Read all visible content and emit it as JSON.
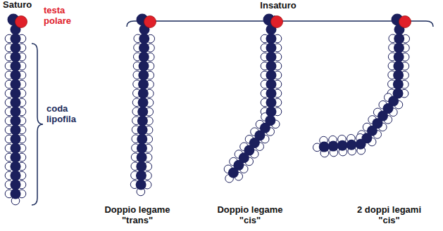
{
  "diagram": {
    "labels": [
      "Saturo",
      "Insaturo",
      "testa polare",
      "coda lipofila",
      "Doppio legame \"trans\"",
      "Doppio legame \"cis\"",
      "2 doppi legami \"cis\""
    ]
  }
}
